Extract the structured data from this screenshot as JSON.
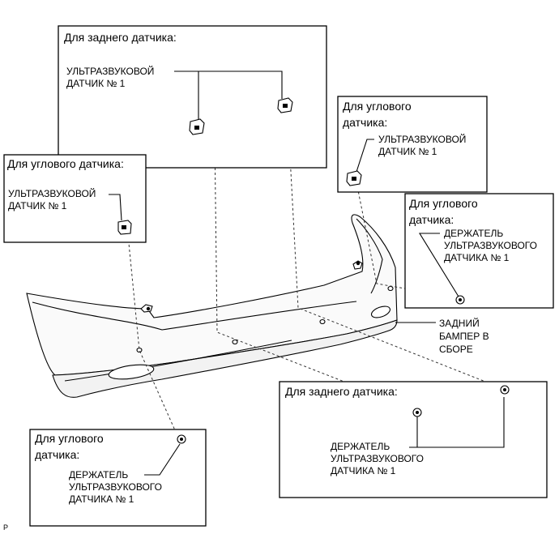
{
  "labels": {
    "rear_sensor_title": "Для заднего датчика:",
    "corner_sensor_title": "Для углового датчика:",
    "corner_sensor_title_l1": "Для углового",
    "corner_sensor_title_l2": "датчика:",
    "ultrasonic_sensor_l1": "УЛЬТРАЗВУКОВОЙ",
    "ultrasonic_sensor_l2": "ДАТЧИК № 1",
    "holder_l1": "ДЕРЖАТЕЛЬ",
    "holder_l2": "УЛЬТРАЗВУКОВОГО",
    "holder_l3": "ДАТЧИКА № 1",
    "bumper_l1": "ЗАДНИЙ",
    "bumper_l2": "БАМПЕР В",
    "bumper_l3": "СБОРЕ",
    "corner_mark": "P"
  }
}
